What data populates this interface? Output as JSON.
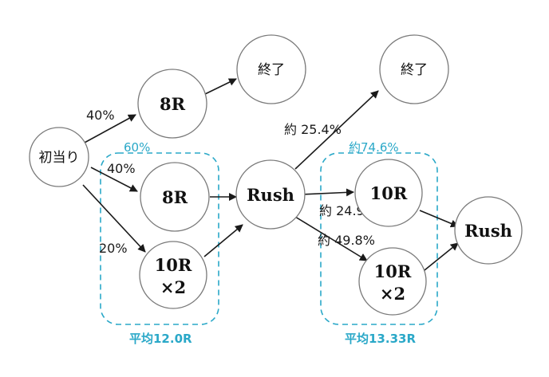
{
  "nodes": {
    "start": "初当り",
    "r8_upper": "8R",
    "end_upper": "終了",
    "r8_mid": "8R",
    "r10x2_left": {
      "line1": "10R",
      "line2": "×2"
    },
    "rush_mid": "Rush",
    "end_right": "終了",
    "r10_right": "10R",
    "r10x2_right": {
      "line1": "10R",
      "line2": "×2"
    },
    "rush_final": "Rush"
  },
  "edges": {
    "start_to_r8_upper": "40%",
    "start_to_r8_mid": "40%",
    "start_to_r10x2": "20%",
    "rush_to_end": "約 25.4%",
    "rush_to_r10": "約 24.9%",
    "rush_to_r10x2": "約 49.8%"
  },
  "groups": {
    "left": {
      "top_label": "60%",
      "caption": "平均12.0R"
    },
    "right": {
      "top_label": "約74.6%",
      "caption": "平均13.33R"
    }
  },
  "colors": {
    "accent": "#2aa8c8",
    "edge": "#1a1a1a",
    "node_border": "#7a7a7a"
  }
}
